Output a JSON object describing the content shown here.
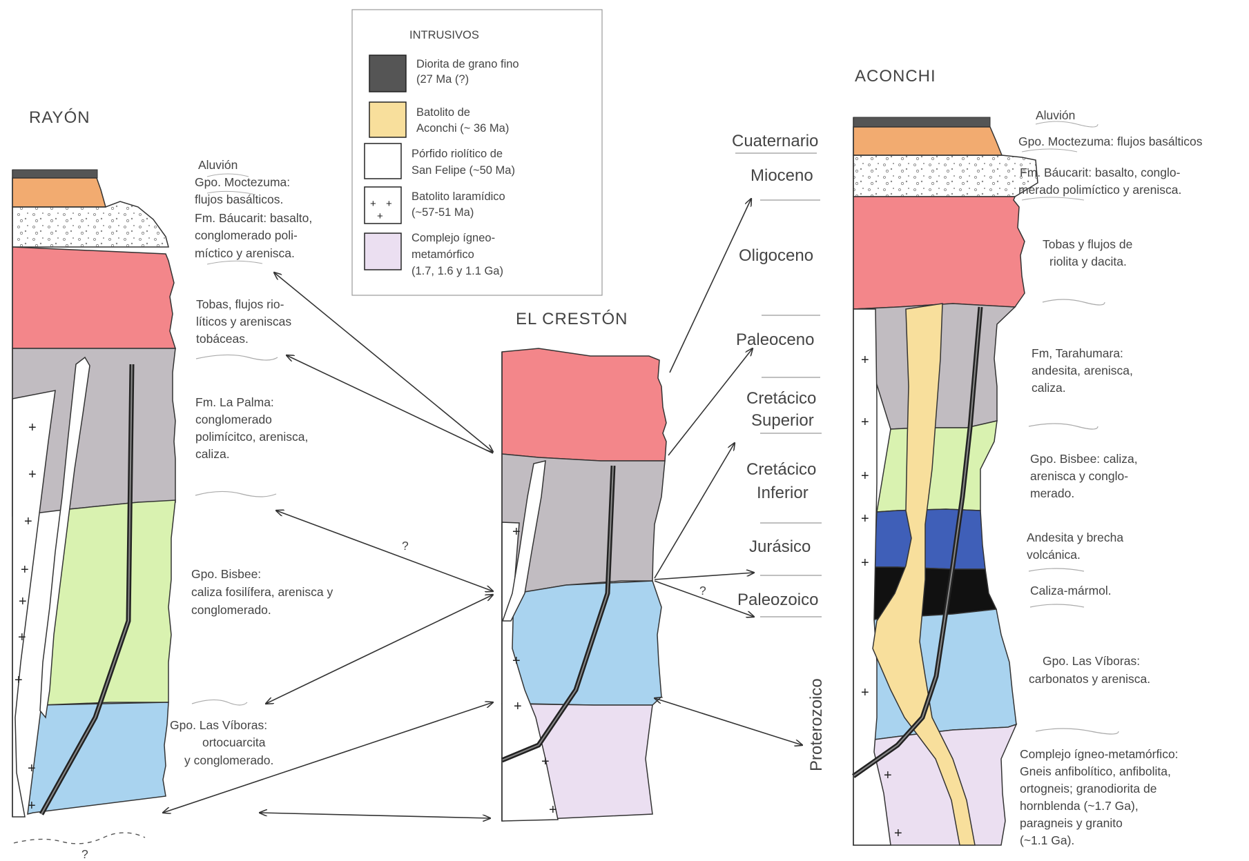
{
  "colors": {
    "aluvion": "#555555",
    "moctezuma": "#f2ab70",
    "baucarit": "#f7f7f4",
    "tobas": "#f3868a",
    "gray_fm": "#c1bcc1",
    "bisbee": "#d9f2b0",
    "andesita": "#3f5fb8",
    "caliza_marmol": "#111111",
    "las_viboras": "#a9d3ef",
    "complejo": "#ebdff1",
    "diorita": "#555555",
    "batolito_aconchi": "#f8df9c",
    "porfido": "#ffffff",
    "laramidico": "#ffffff",
    "line": "#333333"
  },
  "columns": {
    "rayon": "RAYÓN",
    "creston": "EL CRESTÓN",
    "aconchi": "ACONCHI"
  },
  "legend": {
    "title": "INTRUSIVOS",
    "items": [
      {
        "l1": "Diorita de grano fino",
        "l2": "(27 Ma (?)",
        "l3": ""
      },
      {
        "l1": "Batolito de",
        "l2": "Aconchi (~ 36 Ma)",
        "l3": ""
      },
      {
        "l1": "Pórfido riolítico de",
        "l2": "San Felipe (~50 Ma)",
        "l3": ""
      },
      {
        "l1": "Batolito laramídico",
        "l2": "(~57-51 Ma)",
        "l3": ""
      },
      {
        "l1": "Complejo ígneo-",
        "l2": "metamórfico",
        "l3": "(1.7, 1.6 y 1.1 Ga)"
      }
    ]
  },
  "rayon_labels": {
    "aluvion": "Aluvión",
    "moctezuma_1": "Gpo. Moctezuma:",
    "moctezuma_2": "flujos basálticos.",
    "baucarit_1": "Fm. Báucarit: basalto,",
    "baucarit_2": "conglomerado poli-",
    "baucarit_3": "míctico y arenisca.",
    "tobas_1": "Tobas, flujos rio-",
    "tobas_2": "líticos y areniscas",
    "tobas_3": "tobáceas.",
    "lapalma_1": "Fm. La Palma:",
    "lapalma_2": "conglomerado",
    "lapalma_3": "polimícitco, arenisca,",
    "lapalma_4": "caliza.",
    "bisbee_1": "Gpo. Bisbee:",
    "bisbee_2": "caliza fosilífera, arenisca y",
    "bisbee_3": "conglomerado.",
    "viboras_1": "Gpo. Las Víboras:",
    "viboras_2": "ortocuarcita",
    "viboras_3": "y conglomerado."
  },
  "ages": {
    "cuaternario": "Cuaternario",
    "mioceno": "Mioceno",
    "oligoceno": "Oligoceno",
    "paleoceno": "Paleoceno",
    "cret_sup_1": "Cretácico",
    "cret_sup_2": "Superior",
    "cret_inf_1": "Cretácico",
    "cret_inf_2": "Inferior",
    "jurasico": "Jurásico",
    "paleozoico": "Paleozoico",
    "proterozoico": "Proterozoico"
  },
  "aconchi_labels": {
    "aluvion": "Aluvión",
    "moctezuma": "Gpo. Moctezuma: flujos basálticos",
    "baucarit_1": "Fm. Báucarit: basalto, conglo-",
    "baucarit_2": "merado polimíctico y arenisca.",
    "tobas_1": "Tobas y flujos de",
    "tobas_2": "riolita y dacita.",
    "tarahumara_1": "Fm, Tarahumara:",
    "tarahumara_2": "andesita, arenisca,",
    "tarahumara_3": "caliza.",
    "bisbee_1": "Gpo. Bisbee: caliza,",
    "bisbee_2": "arenisca y conglo-",
    "bisbee_3": "merado.",
    "andesita_1": "Andesita y brecha",
    "andesita_2": "volcánica.",
    "caliza": "Caliza-mármol.",
    "viboras_1": "Gpo. Las Víboras:",
    "viboras_2": "carbonatos y arenisca.",
    "complejo_1": "Complejo ígneo-metamórfico:",
    "complejo_2": "Gneis anfibolítico, anfibolita,",
    "complejo_3": "ortogneis; granodiorita de",
    "complejo_4": "hornblenda (~1.7 Ga),",
    "complejo_5": "paragneis y granito",
    "complejo_6": "(~1.1 Ga)."
  },
  "question_marks": {
    "q1": "?",
    "q2": "?",
    "q3": "?"
  },
  "plus_symbol": "+"
}
